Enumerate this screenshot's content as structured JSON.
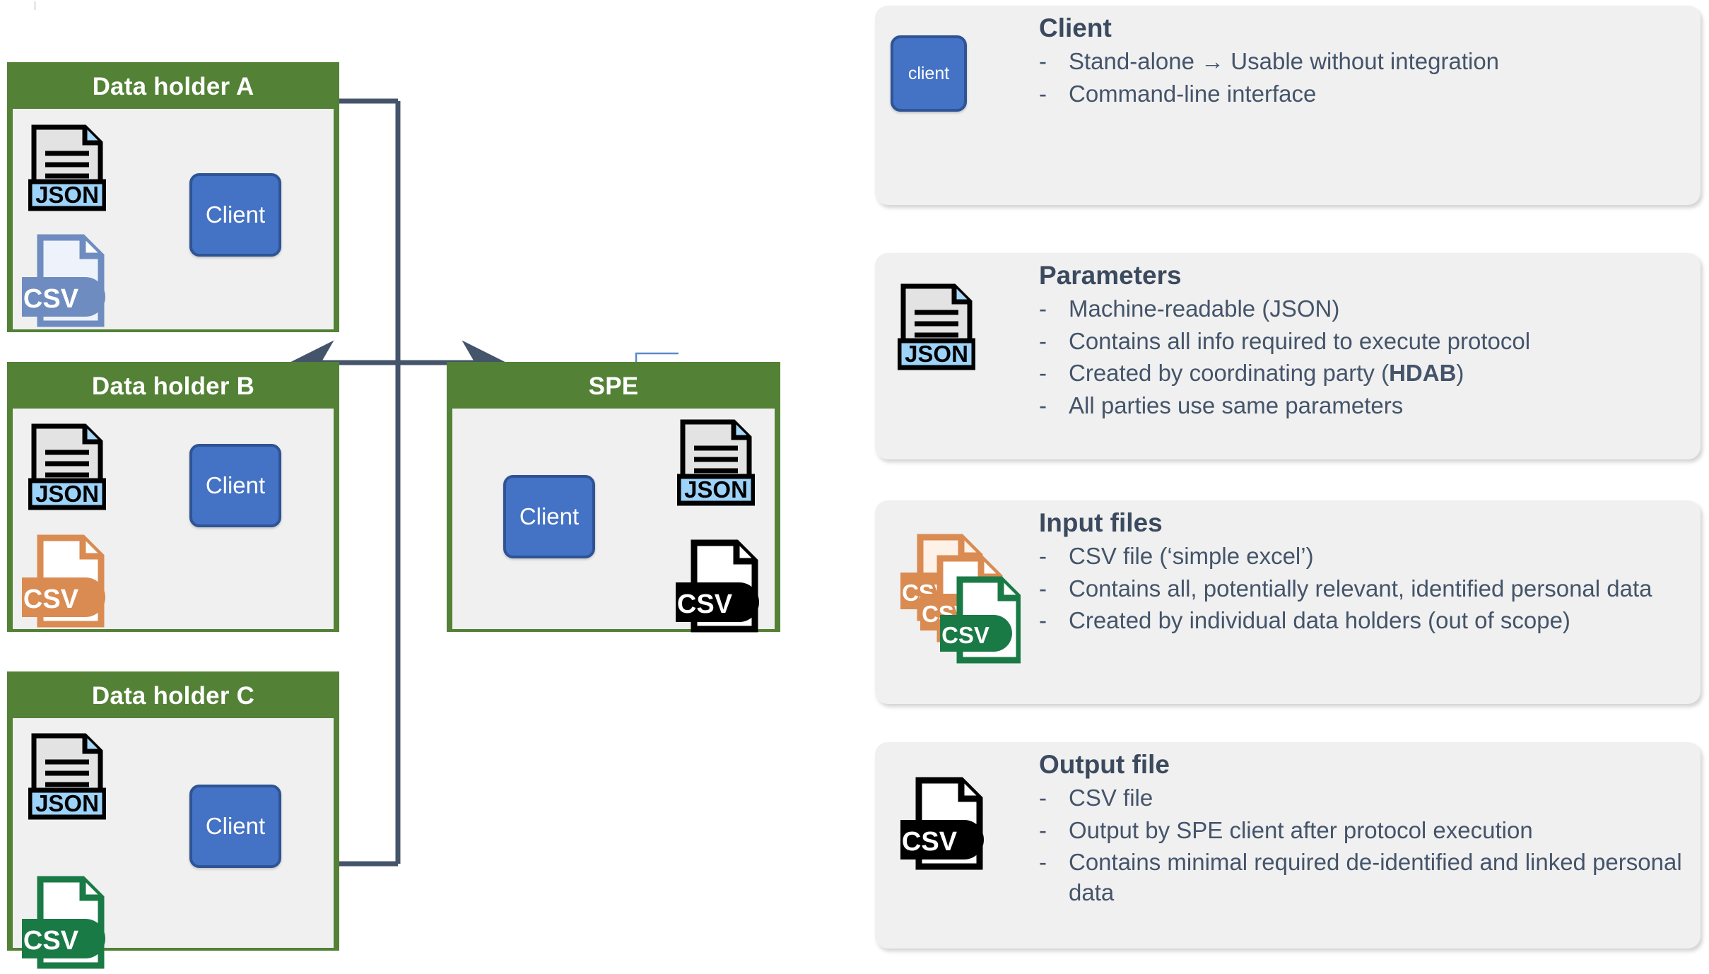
{
  "diagram": {
    "groups": [
      {
        "id": "data-holder-a",
        "title": "Data holder A",
        "client_label": "Client",
        "json_label": "JSON",
        "csv_label": "CSV",
        "csv_color": "#6e8cc0"
      },
      {
        "id": "data-holder-b",
        "title": "Data holder B",
        "client_label": "Client",
        "json_label": "JSON",
        "csv_label": "CSV",
        "csv_color": "#d98b52"
      },
      {
        "id": "data-holder-c",
        "title": "Data holder C",
        "client_label": "Client",
        "json_label": "JSON",
        "csv_label": "CSV",
        "csv_color": "#1a7a46"
      },
      {
        "id": "spe",
        "title": "SPE",
        "client_label": "Client",
        "json_label": "JSON",
        "csv_label": "CSV",
        "csv_color": "#000000"
      }
    ]
  },
  "legend": {
    "panels": [
      {
        "id": "client",
        "title": "Client",
        "icon": "client-rounded-box",
        "icon_label": "client",
        "bullets": [
          {
            "dash": "-",
            "text": "Stand-alone → Usable without integration"
          },
          {
            "dash": "-",
            "text": "Command-line interface"
          }
        ]
      },
      {
        "id": "parameters",
        "title": "Parameters",
        "icon": "json-file-icon",
        "icon_label": "JSON",
        "bullets": [
          {
            "dash": "-",
            "text": "Machine-readable (JSON)"
          },
          {
            "dash": "-",
            "text": "Contains all info required to execute protocol"
          },
          {
            "dash": "-",
            "text": "Created by coordinating party (",
            "bold": "HDAB",
            "text_after": ")"
          },
          {
            "dash": "-",
            "text": "All parties use same parameters"
          }
        ]
      },
      {
        "id": "input-files",
        "title": "Input files",
        "icon": "csv-file-stack-icon",
        "icon_label": "CSV",
        "bullets": [
          {
            "dash": "-",
            "text": "CSV file (‘simple excel’)"
          },
          {
            "dash": "-",
            "text": "Contains all, potentially relevant, identified personal data"
          },
          {
            "dash": "-",
            "text": "Created by individual data holders (out of scope)"
          }
        ]
      },
      {
        "id": "output-file",
        "title": "Output file",
        "icon": "csv-file-icon",
        "icon_label": "CSV",
        "bullets": [
          {
            "dash": "-",
            "text": "CSV file"
          },
          {
            "dash": "-",
            "text": "Output by SPE client after protocol execution"
          },
          {
            "dash": "-",
            "text": "Contains minimal required de-identified and linked personal data"
          }
        ]
      }
    ]
  },
  "colors": {
    "group_header_green": "#538135",
    "group_body_grey": "#f0f0f0",
    "client_blue": "#4472c4",
    "client_border": "#2e5496",
    "connector_dark": "#44546a",
    "connector_light": "#7ba3d9",
    "connector_blue": "#4472c4",
    "json_band": "#9dd3f8",
    "text_slate": "#44546a",
    "csv_blue": "#6e8cc0",
    "csv_orange": "#d98b52",
    "csv_green": "#1a7a46",
    "csv_black": "#000000"
  }
}
